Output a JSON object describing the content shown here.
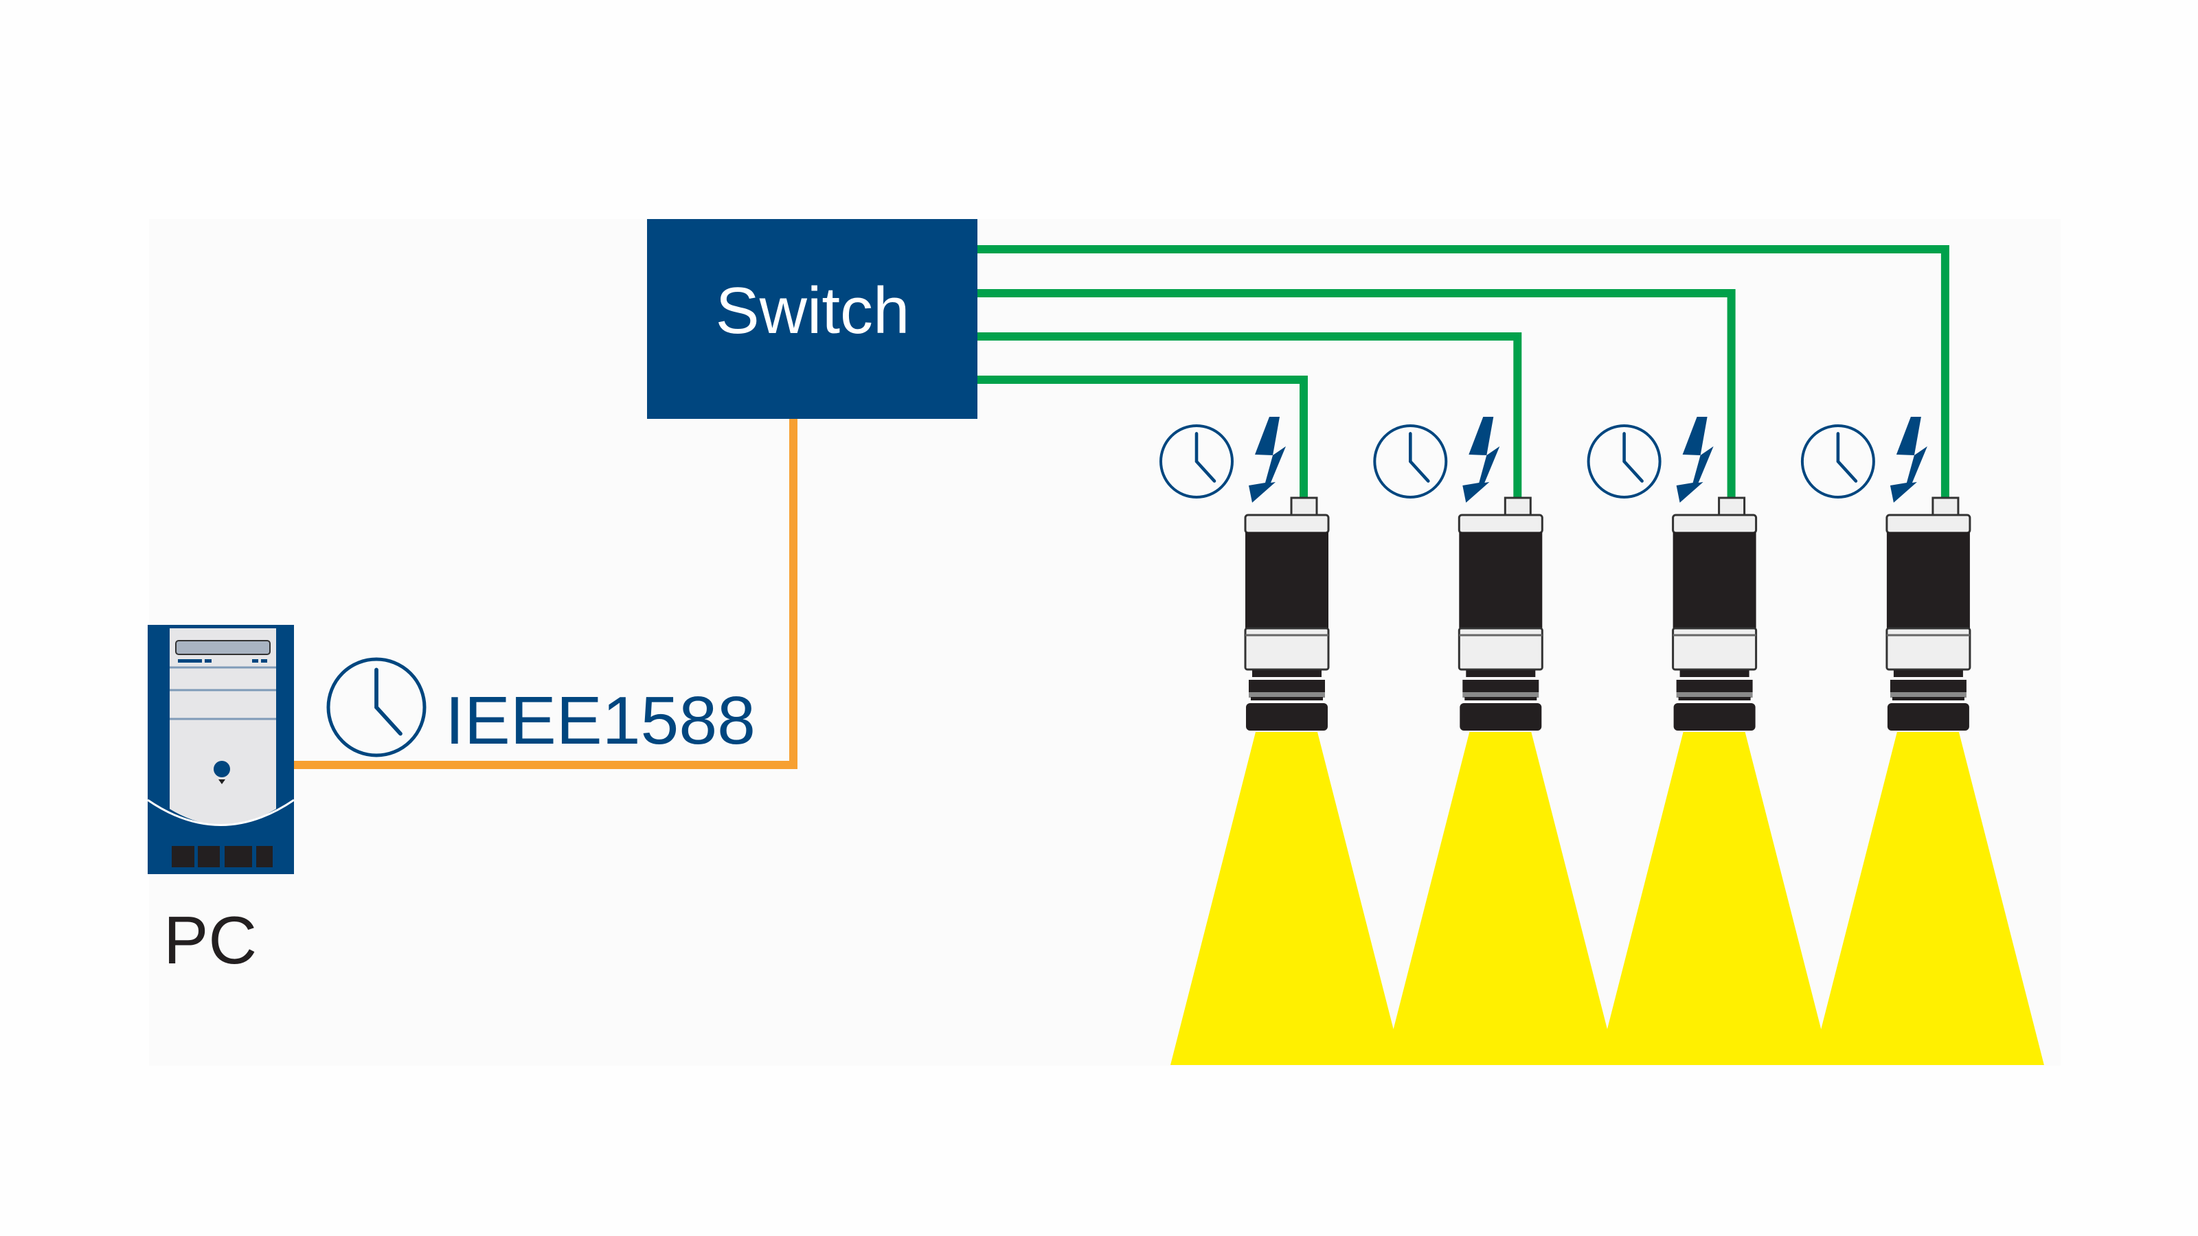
{
  "diagram": {
    "title": "IEEE1588 synchronized multi-camera network",
    "colors": {
      "background": "#fefefe",
      "panel": "#fbfbfb",
      "navy": "#00467f",
      "switch_text": "#ffffff",
      "ethernet_sync": "#f7a031",
      "camera_link": "#00a14b",
      "label_dark": "#231f20",
      "beam": "#fff000",
      "camera_black": "#231f20",
      "camera_light": "#efefef",
      "camera_gray": "#8a8a8a",
      "pc_light": "#e6e6e8",
      "pc_bay": "#a9b4c2"
    },
    "switch": {
      "label": "Switch"
    },
    "pc": {
      "label": "PC",
      "icon": "desktop-tower-icon"
    },
    "pc_link": {
      "protocol_label": "IEEE1588",
      "icon": "clock-icon"
    },
    "cameras": [
      {
        "id": "camera-1",
        "icons": [
          "clock-icon",
          "trigger-lightning-icon"
        ]
      },
      {
        "id": "camera-2",
        "icons": [
          "clock-icon",
          "trigger-lightning-icon"
        ]
      },
      {
        "id": "camera-3",
        "icons": [
          "clock-icon",
          "trigger-lightning-icon"
        ]
      },
      {
        "id": "camera-4",
        "icons": [
          "clock-icon",
          "trigger-lightning-icon"
        ]
      }
    ]
  }
}
